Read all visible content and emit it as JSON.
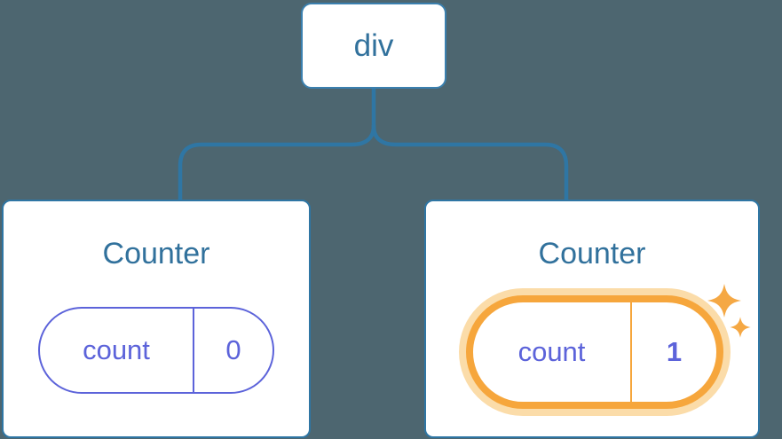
{
  "diagram": {
    "background_color": "#4D6670",
    "line_color": "#2F76A4",
    "node_text_color": "#31719C",
    "state_color": "#5C63DA",
    "highlight_color": "#F6A63C",
    "highlight_glow_color": "#FBDCA9",
    "root": {
      "label": "div"
    },
    "children": [
      {
        "title": "Counter",
        "highlighted": false,
        "state": {
          "key": "count",
          "value": "0"
        }
      },
      {
        "title": "Counter",
        "highlighted": true,
        "state": {
          "key": "count",
          "value": "1"
        },
        "icon": "sparkles"
      }
    ]
  }
}
